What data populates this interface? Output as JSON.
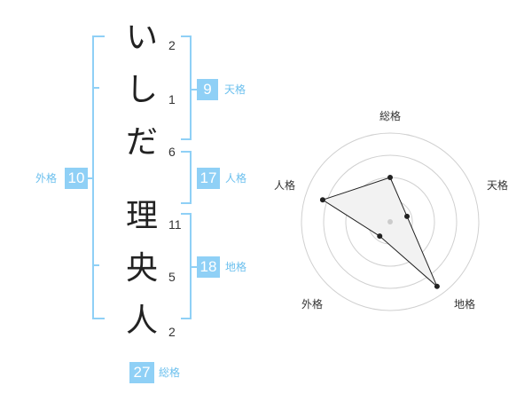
{
  "name": {
    "chars": [
      {
        "char": "い",
        "strokes": "2"
      },
      {
        "char": "し",
        "strokes": "1"
      },
      {
        "char": "だ",
        "strokes": "6"
      },
      {
        "char": "理",
        "strokes": "11"
      },
      {
        "char": "央",
        "strokes": "5"
      },
      {
        "char": "人",
        "strokes": "2"
      }
    ]
  },
  "kakusu": {
    "tenkaku": {
      "value": "9",
      "label": "天格"
    },
    "jinkaku": {
      "value": "17",
      "label": "人格"
    },
    "chikaku": {
      "value": "18",
      "label": "地格"
    },
    "gaikaku": {
      "value": "10",
      "label": "外格"
    },
    "soukaku": {
      "value": "27",
      "label": "総格"
    }
  },
  "radar": {
    "axes": [
      "総格",
      "天格",
      "地格",
      "外格",
      "人格"
    ],
    "values": [
      0.5,
      0.2,
      0.9,
      0.2,
      0.8
    ],
    "fill_color": "#f2f2f2",
    "stroke_color": "#222222",
    "ring_color": "#d0d0d0"
  },
  "colors": {
    "accent": "#8fd0f6",
    "accent_text": "#6cc0ee"
  }
}
